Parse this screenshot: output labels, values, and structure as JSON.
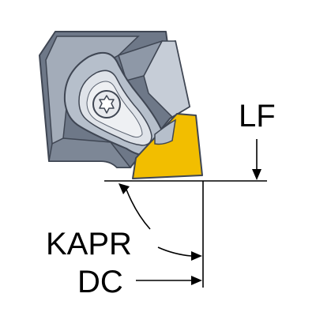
{
  "labels": {
    "lf": "LF",
    "kapr": "KAPR",
    "dc": "DC"
  },
  "colors": {
    "holder_body": "#6e7888",
    "holder_face": "#b6bfcb",
    "holder_mid": "#8e98a7",
    "holder_dark": "#3f4653",
    "insert": "#f2be00",
    "screw_head": "#e8eaee",
    "line": "#000000"
  },
  "icons": {
    "clamp_screw": "torx-screw-icon"
  }
}
